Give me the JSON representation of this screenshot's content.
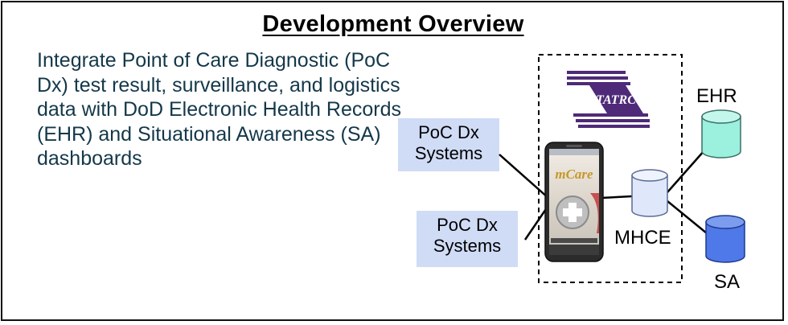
{
  "title": "Development Overview",
  "description": "Integrate Point of Care Diagnostic (PoC Dx) test result, surveillance, and logistics data with DoD Electronic Health Records (EHR) and Situational Awareness (SA) dashboards",
  "systems": [
    {
      "label": "PoC Dx Systems"
    },
    {
      "label": "PoC Dx Systems"
    }
  ],
  "logo_text": "TATRC",
  "app_name": "mCare",
  "nodes": {
    "mhce": "MHCE",
    "ehr": "EHR",
    "sa": "SA"
  },
  "colors": {
    "logo_purple": "#4e2a78",
    "system_box": "#d0dcf6",
    "mhce_fill": "#dfe8fb",
    "ehr_fill": "#9bf0de",
    "sa_fill": "#4f78e8"
  }
}
